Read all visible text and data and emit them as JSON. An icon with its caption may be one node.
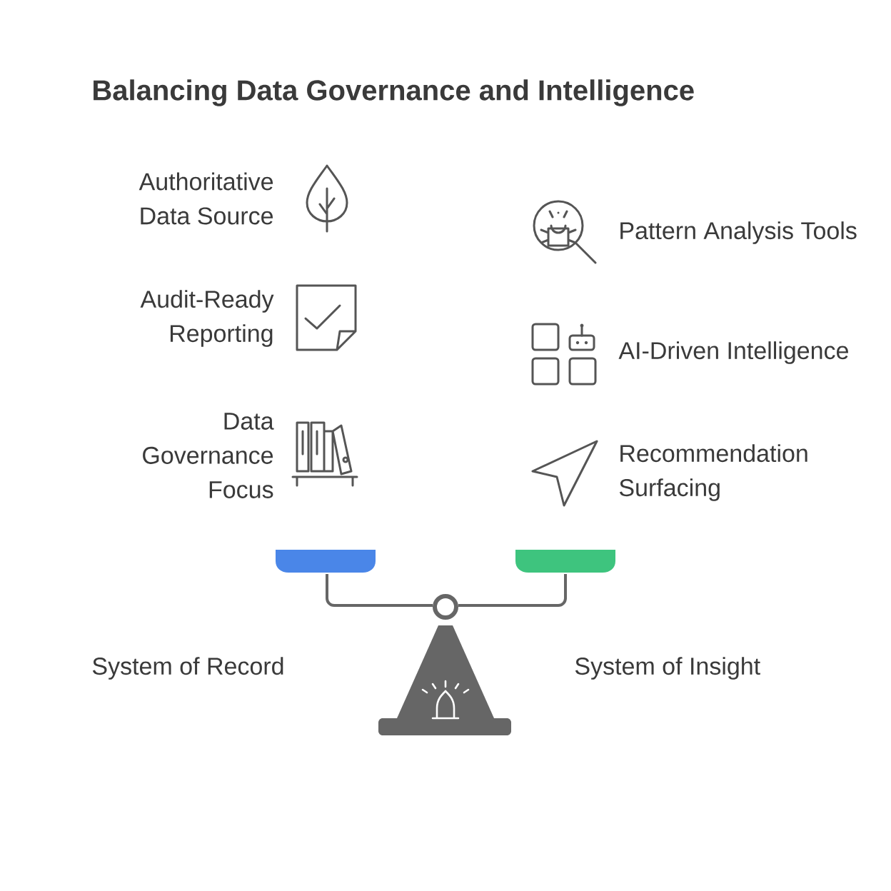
{
  "diagram": {
    "title": "Balancing Data Governance and Intelligence",
    "labels": [
      "Authoritative Data Source",
      "Pattern Analysis Tools",
      "Audit-Ready Reporting",
      "AI-Driven Intelligence",
      "Data Governance Focus",
      "Recommendation Surfacing",
      "System of Record",
      "System of Insight"
    ]
  }
}
